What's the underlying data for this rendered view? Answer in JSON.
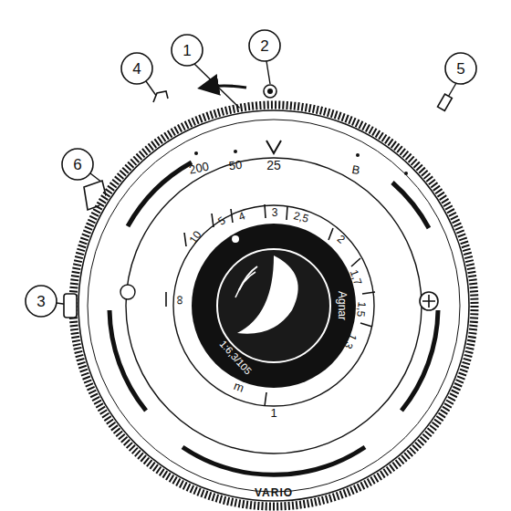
{
  "diagram": {
    "labels": [
      "1",
      "2",
      "3",
      "4",
      "5",
      "6",
      "200",
      "50",
      "25",
      "B",
      "∞",
      "10",
      "5",
      "4",
      "3",
      "2,5",
      "2",
      "1,7",
      "1,5",
      "1,3",
      "1",
      "m",
      "Agnar",
      "1:6,3/105",
      "VARIO"
    ]
  }
}
